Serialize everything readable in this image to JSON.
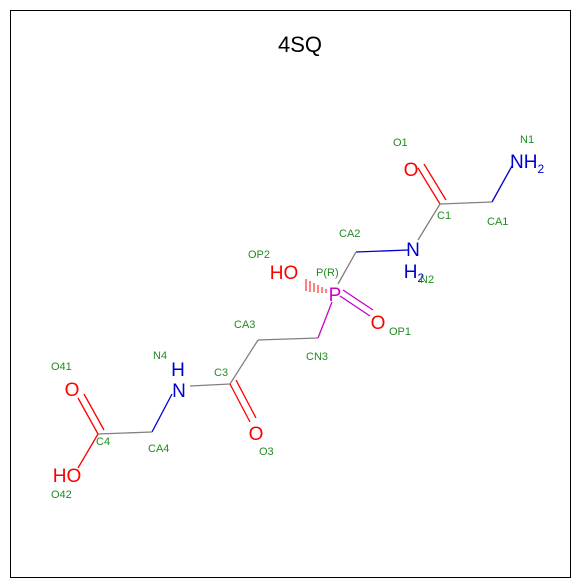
{
  "title": "4SQ",
  "colors": {
    "label": "#228b22",
    "oxygen": "#ff0000",
    "nitrogen": "#0000cd",
    "phosphorus": "#cc00cc",
    "bond": "#808080"
  },
  "atoms": {
    "nh2": {
      "main": "NH",
      "sub": "2"
    },
    "n_amide_top": {
      "main": "N",
      "sub": "H"
    },
    "n_h_sub": "2",
    "o_c1": "O",
    "ho_p": "HO",
    "p": "P",
    "o_p": "O",
    "n_h_left": "H",
    "n_left": "N",
    "o_c3": "O",
    "o_c4_top": "O",
    "ho_c4": "HO"
  },
  "labels": {
    "N1": "N1",
    "O1": "O1",
    "C1": "C1",
    "CA1": "CA1",
    "CA2": "CA2",
    "N2": "N2",
    "OP2": "OP2",
    "PR": "P(R)",
    "OP1": "OP1",
    "CA3": "CA3",
    "CN3": "CN3",
    "C3": "C3",
    "N4": "N4",
    "O3": "O3",
    "O41": "O41",
    "C4": "C4",
    "CA4": "CA4",
    "O42": "O42"
  }
}
